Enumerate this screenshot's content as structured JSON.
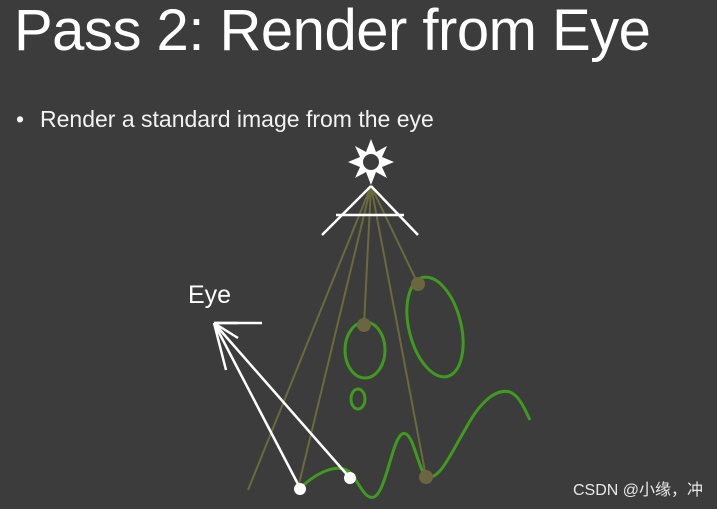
{
  "slide": {
    "title": "Pass 2: Render from Eye",
    "bullets": [
      "Render a standard image from the eye"
    ]
  },
  "diagram": {
    "eye_label": "Eye",
    "light_icon": "sun-icon",
    "colors": {
      "background": "#3c3c3c",
      "light_rays": "#6b6a3c",
      "surfaces": "#3f9a1f",
      "shadow_points": "#6b6640",
      "eye_rays": "#ffffff"
    }
  },
  "watermark": "CSDN @小缘，冲"
}
